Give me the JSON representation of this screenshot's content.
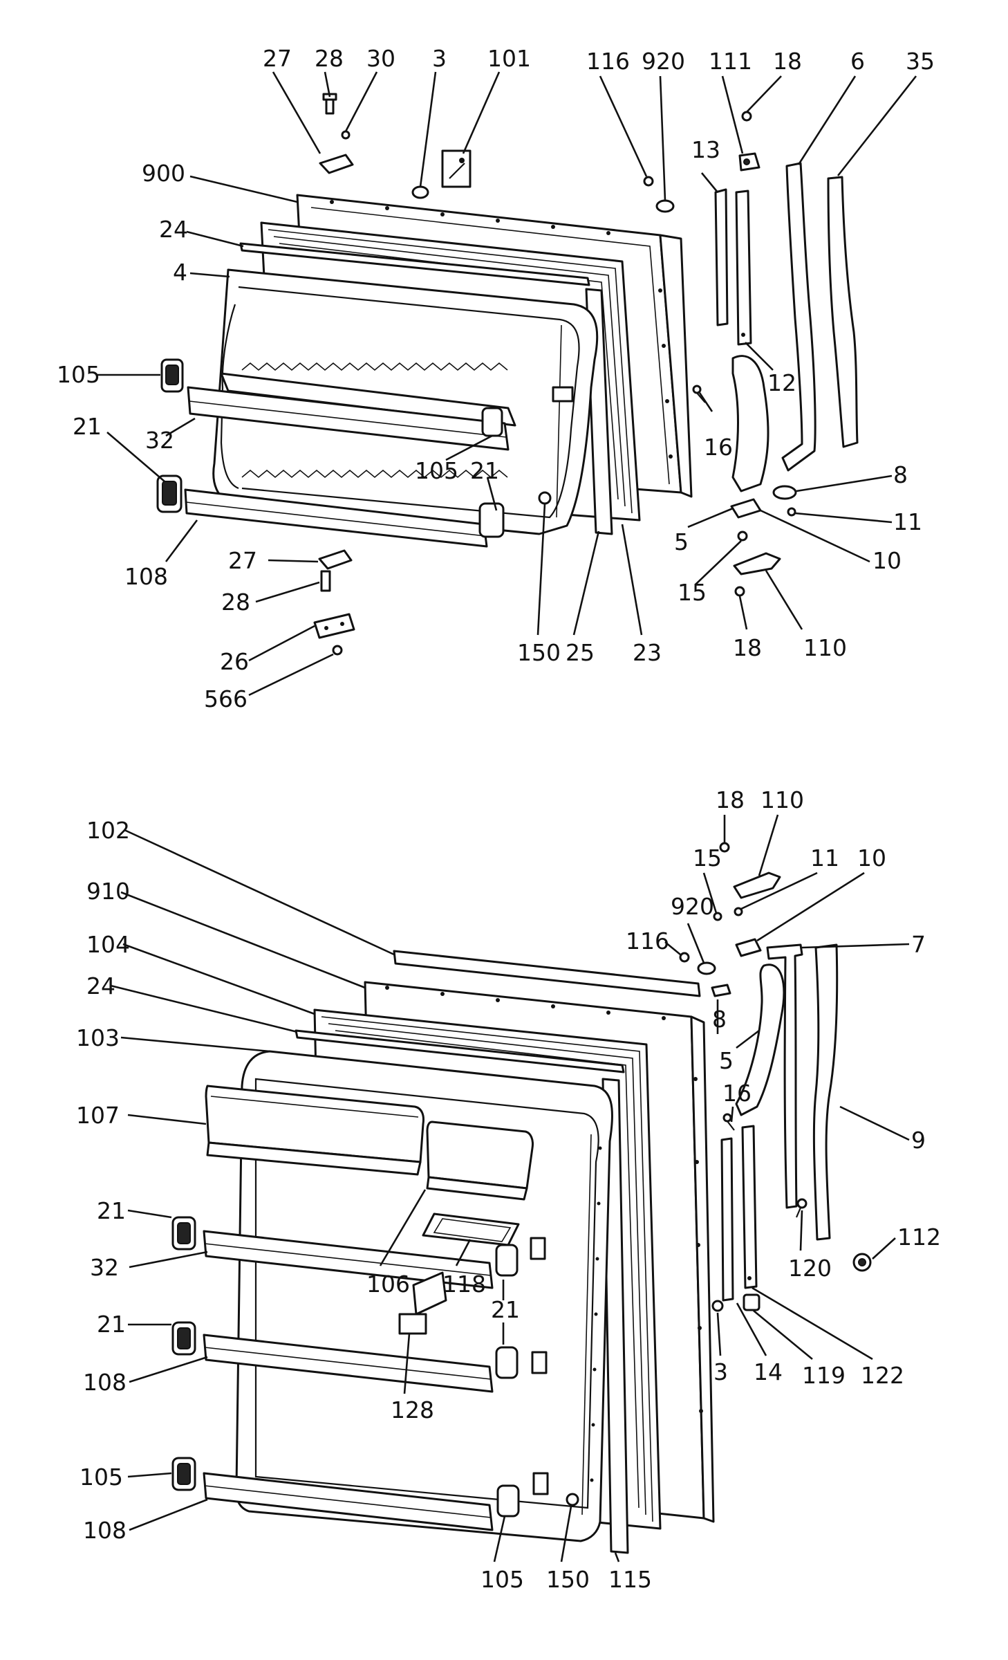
{
  "diagram": {
    "panels": [
      {
        "id": "freezer-door",
        "callouts": [
          "27",
          "28",
          "30",
          "3",
          "101",
          "116",
          "920",
          "111",
          "18",
          "6",
          "35",
          "900",
          "24",
          "4",
          "105",
          "13",
          "12",
          "16",
          "32",
          "21",
          "105",
          "21",
          "8",
          "11",
          "5",
          "10",
          "108",
          "27",
          "28",
          "15",
          "110",
          "18",
          "26",
          "566",
          "150",
          "25",
          "23"
        ]
      },
      {
        "id": "fresh-food-door",
        "callouts": [
          "18",
          "110",
          "102",
          "15",
          "11",
          "10",
          "910",
          "920",
          "116",
          "7",
          "104",
          "24",
          "8",
          "103",
          "5",
          "16",
          "107",
          "9",
          "21",
          "32",
          "106",
          "118",
          "120",
          "112",
          "21",
          "21",
          "128",
          "3",
          "14",
          "119",
          "122",
          "108",
          "105",
          "108",
          "105",
          "150",
          "115"
        ]
      }
    ]
  }
}
